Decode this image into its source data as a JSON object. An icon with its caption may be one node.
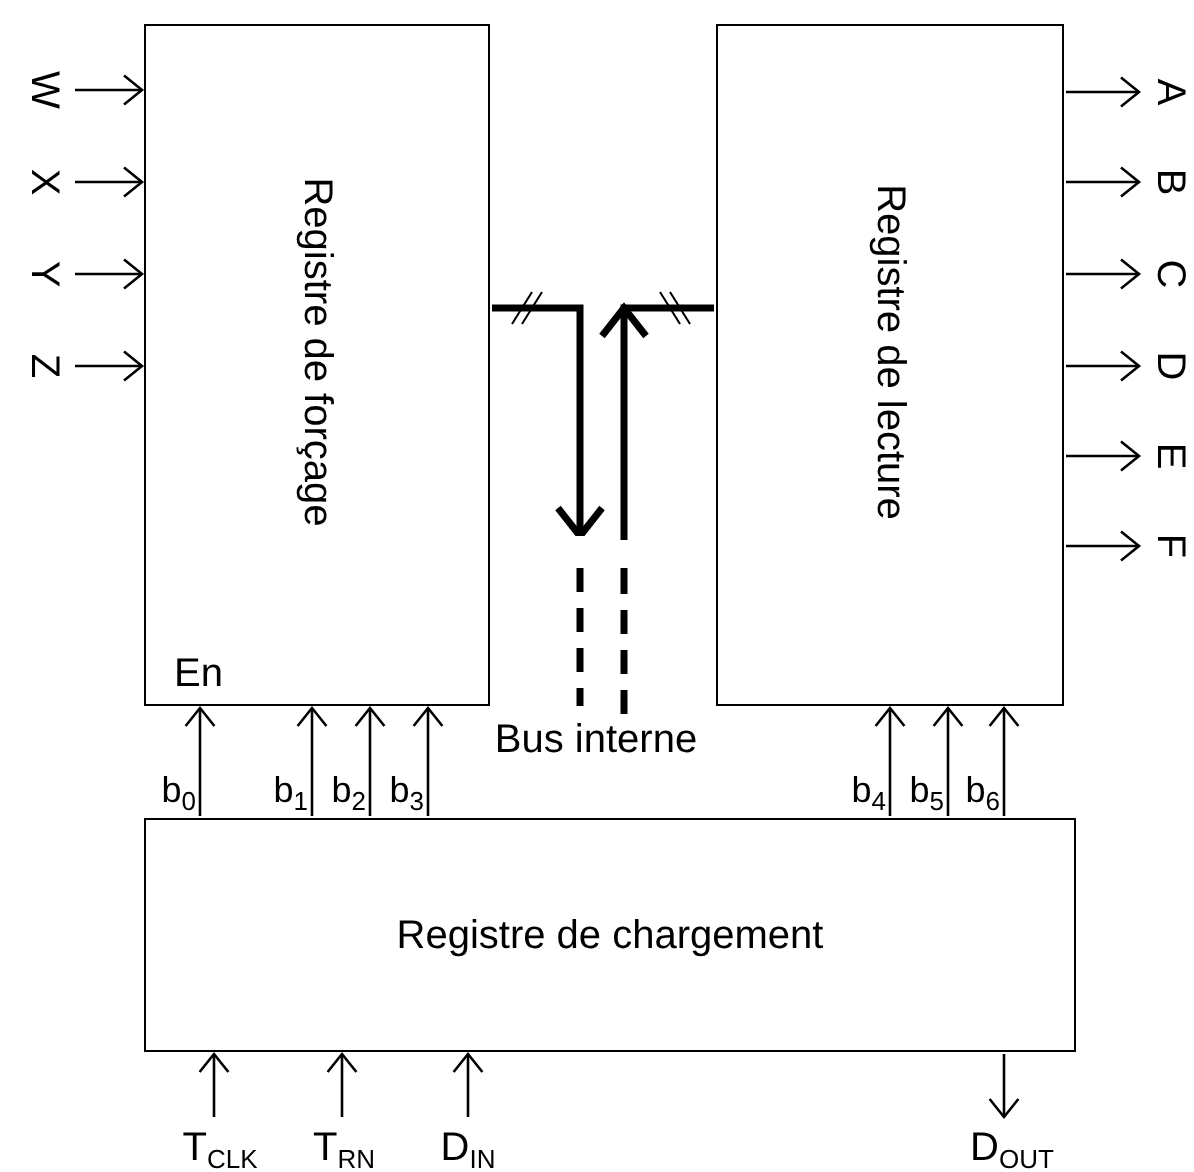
{
  "diagram": {
    "nodes": [
      {
        "text": [
          "Registre de forçage",
          "En"
        ]
      },
      {
        "text": [
          "Registre de lecture"
        ]
      },
      {
        "text": [
          "Registre de chargement"
        ]
      },
      {
        "text": [
          "W"
        ]
      },
      {
        "text": [
          "X"
        ]
      },
      {
        "text": [
          "Y"
        ]
      },
      {
        "text": [
          "Z"
        ]
      },
      {
        "text": [
          "A"
        ]
      },
      {
        "text": [
          "B"
        ]
      },
      {
        "text": [
          "C"
        ]
      },
      {
        "text": [
          "D"
        ]
      },
      {
        "text": [
          "E"
        ]
      },
      {
        "text": [
          "F"
        ]
      },
      {
        "text": [
          "Bus interne"
        ]
      },
      {
        "text": [
          "T$_{CLK}$"
        ]
      },
      {
        "text": [
          "T$_{RN}$"
        ]
      },
      {
        "text": [
          "D$_{IN}$"
        ]
      },
      {
        "text": [
          "D$_{OUT}$"
        ]
      }
    ],
    "edges": [
      {
        "from": 3,
        "to": 0,
        "arrow": "to"
      },
      {
        "from": 4,
        "to": 0,
        "arrow": "to"
      },
      {
        "from": 5,
        "to": 0,
        "arrow": "to"
      },
      {
        "from": 6,
        "to": 0,
        "arrow": "to"
      },
      {
        "from": 1,
        "to": 7,
        "arrow": "to"
      },
      {
        "from": 1,
        "to": 8,
        "arrow": "to"
      },
      {
        "from": 1,
        "to": 9,
        "arrow": "to"
      },
      {
        "from": 1,
        "to": 10,
        "arrow": "to"
      },
      {
        "from": 1,
        "to": 11,
        "arrow": "to"
      },
      {
        "from": 1,
        "to": 12,
        "arrow": "to"
      },
      {
        "from": 0,
        "to": 13,
        "arrow": "to",
        "style": "thick"
      },
      {
        "from": 13,
        "to": 1,
        "arrow": "to",
        "style": "thick"
      },
      {
        "from": 2,
        "to": 0,
        "arrow": "to",
        "label": "b$_{0}$"
      },
      {
        "from": 2,
        "to": 0,
        "arrow": "to",
        "label": "b$_{1}$"
      },
      {
        "from": 2,
        "to": 0,
        "arrow": "to",
        "label": "b$_{2}$"
      },
      {
        "from": 2,
        "to": 0,
        "arrow": "to",
        "label": "b$_{3}$"
      },
      {
        "from": 2,
        "to": 1,
        "arrow": "to",
        "label": "b$_{4}$"
      },
      {
        "from": 2,
        "to": 1,
        "arrow": "to",
        "label": "b$_{5}$"
      },
      {
        "from": 2,
        "to": 1,
        "arrow": "to",
        "label": "b$_{6}$"
      },
      {
        "from": 14,
        "to": 2,
        "arrow": "to"
      },
      {
        "from": 15,
        "to": 2,
        "arrow": "to"
      },
      {
        "from": 16,
        "to": 2,
        "arrow": "to"
      },
      {
        "from": 2,
        "to": 17,
        "arrow": "to"
      }
    ]
  }
}
